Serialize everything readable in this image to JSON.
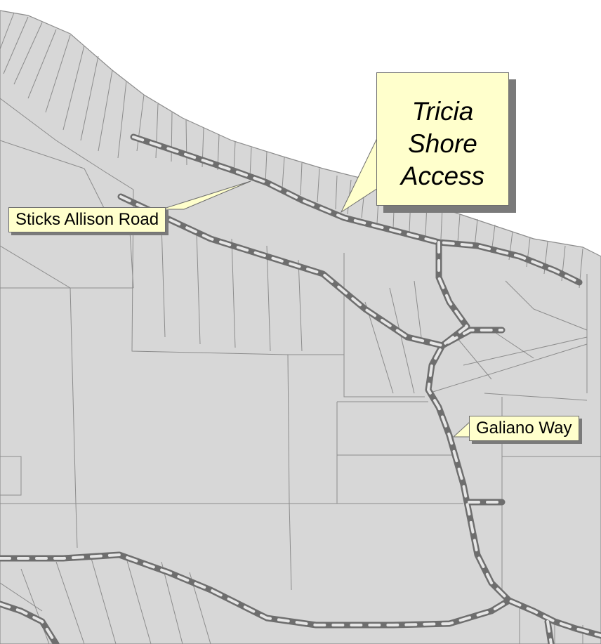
{
  "map": {
    "colors": {
      "land": "#d7d7d7",
      "parcel_line": "#8c8c8c",
      "water": "#ffffff",
      "road_dash": "#6e6e6e",
      "road_fill": "#e6e6e6",
      "callout_fill": "#ffffcc",
      "callout_shadow": "#7a7a7a"
    },
    "labels": {
      "sticks_allison": "Sticks Allison Road",
      "tricia_line1": "Tricia",
      "tricia_line2": "Shore",
      "tricia_line3": "Access",
      "galiano": "Galiano Way"
    }
  }
}
